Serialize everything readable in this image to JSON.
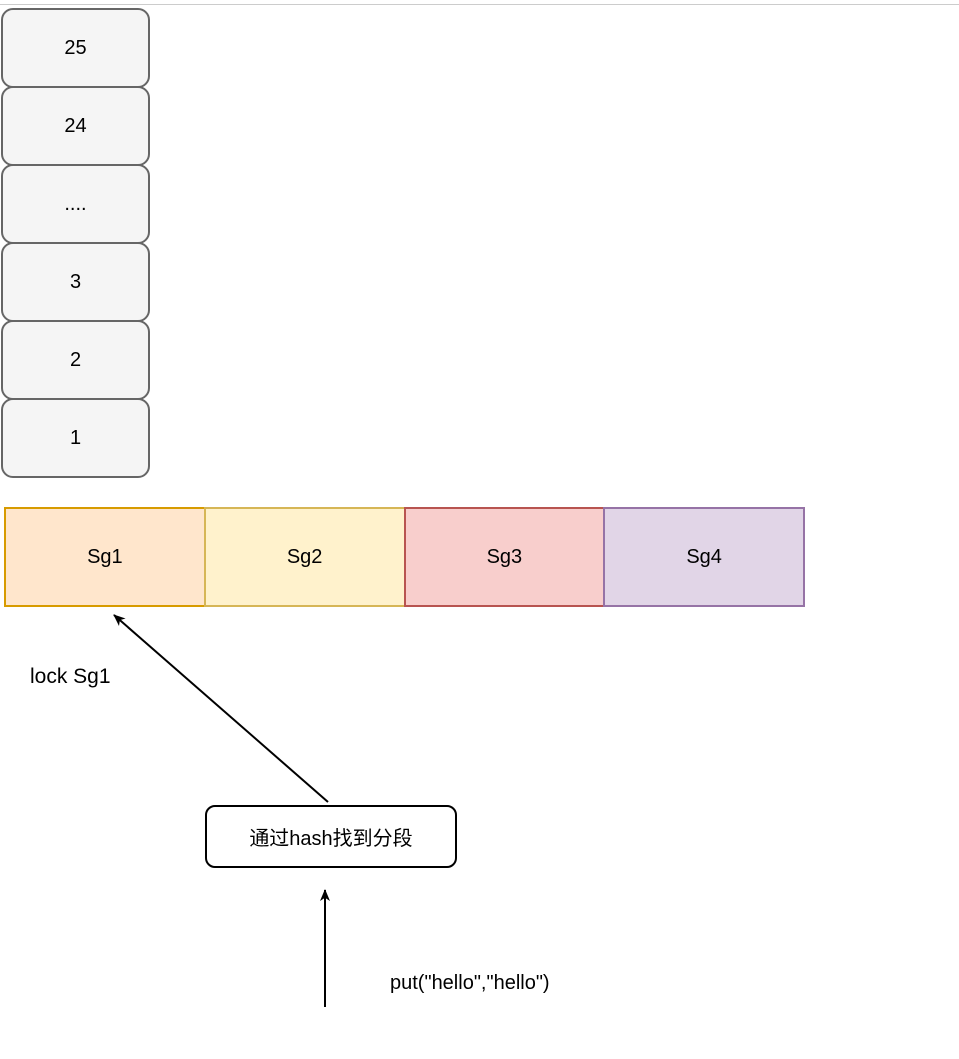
{
  "diagram": {
    "stack": {
      "fill": "#f5f5f5",
      "border_color": "#666666",
      "items": [
        {
          "label": "25"
        },
        {
          "label": "24"
        },
        {
          "label": "...."
        },
        {
          "label": "3"
        },
        {
          "label": "2"
        },
        {
          "label": "1"
        }
      ]
    },
    "segment_bar": {
      "items": [
        {
          "label": "Sg1",
          "fill": "#ffe6cc",
          "border_color": "#d79b00"
        },
        {
          "label": "Sg2",
          "fill": "#fff2cc",
          "border_color": "#d6b656"
        },
        {
          "label": "Sg3",
          "fill": "#f8cecc",
          "border_color": "#b85450"
        },
        {
          "label": "Sg4",
          "fill": "#e1d5e7",
          "border_color": "#9673a6"
        }
      ]
    },
    "labels": {
      "lock": "lock Sg1",
      "hash_box": "通过hash找到分段",
      "put_call": "put(\"hello\",\"hello\")"
    },
    "arrow_color": "#000000",
    "top_border_color": "#cccccc"
  }
}
